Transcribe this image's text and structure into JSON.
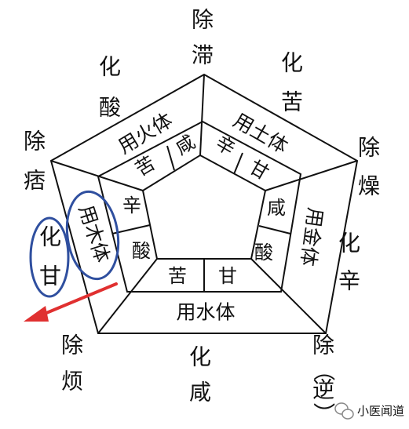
{
  "outer": {
    "top": [
      "除",
      "滞"
    ],
    "upper_right": [
      "化",
      "苦"
    ],
    "right": [
      "除",
      "燥"
    ],
    "right_mid": [
      "化",
      "辛"
    ],
    "lower_right": [
      "除",
      "（",
      "逆",
      "）"
    ],
    "bottom": [
      "化",
      "咸"
    ],
    "lower_left": [
      "除",
      "烦"
    ],
    "left_mid": [
      "化",
      "甘"
    ],
    "left": [
      "除",
      "痞"
    ],
    "upper_left": [
      "化",
      "酸"
    ]
  },
  "ring": {
    "fire": "用火体",
    "earth": "用土体",
    "metal": "用金体",
    "water": "用水体",
    "wood": "用木体"
  },
  "inner": {
    "fire": [
      "苦",
      "咸"
    ],
    "earth": [
      "辛",
      "甘"
    ],
    "metal": [
      "咸",
      "酸"
    ],
    "water": [
      "苦",
      "甘"
    ],
    "wood": [
      "辛",
      "酸"
    ]
  },
  "watermark": "小医闻道",
  "colors": {
    "line": "#111111",
    "highlight": "#2f4f9f",
    "arrow": "#e03030"
  },
  "icons": {
    "watermark": "wechat-logo-icon"
  }
}
